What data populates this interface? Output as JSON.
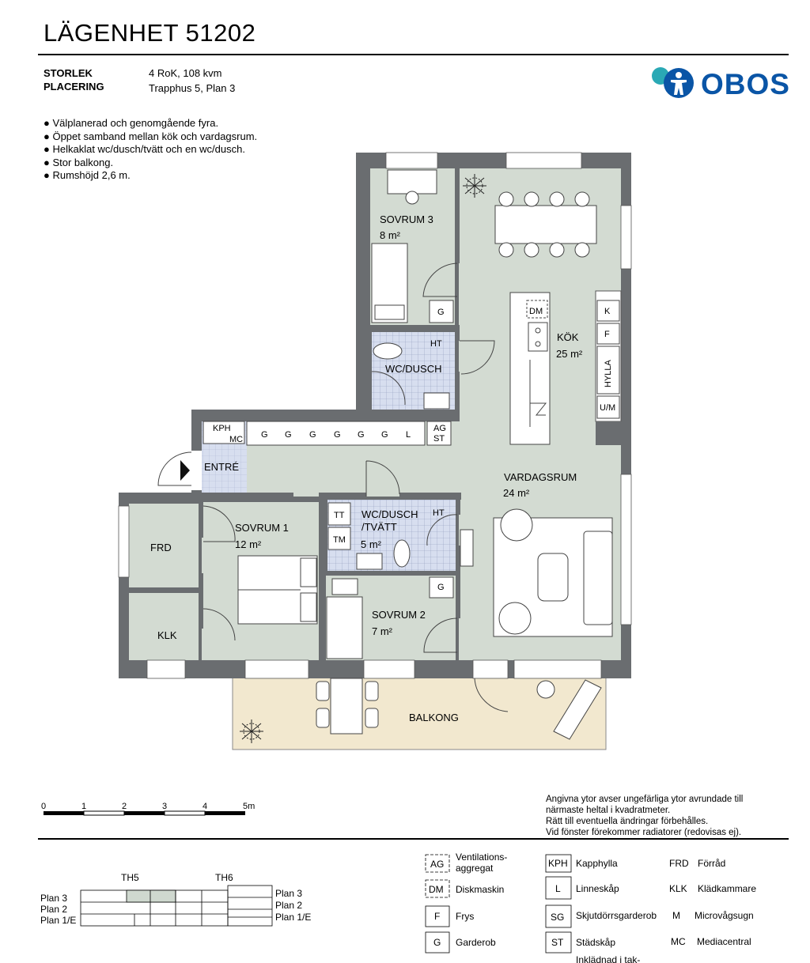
{
  "header": {
    "title": "LÄGENHET 51202"
  },
  "info": [
    {
      "label": "STORLEK",
      "value": "4 RoK, 108 kvm"
    },
    {
      "label": "PLACERING",
      "value": "Trapphus 5, Plan 3"
    }
  ],
  "brand": {
    "name": "OBOS",
    "color": "#0a55a6",
    "accent": "#2aa9b5"
  },
  "features": [
    "● Välplanerad och genomgående fyra.",
    "● Öppet samband mellan kök och vardagsrum.",
    "● Helkaklat wc/dusch/tvätt och en wc/dusch.",
    "● Stor balkong.",
    "● Rumshöjd 2,6 m."
  ],
  "rooms": {
    "sovrum3": {
      "name": "SOVRUM 3",
      "area": "8 m²"
    },
    "wcdusch_top": {
      "name": "WC/DUSCH"
    },
    "kok": {
      "name": "KÖK",
      "area": "25 m²"
    },
    "entre": {
      "name": "ENTRÉ"
    },
    "vardagsrum": {
      "name": "VARDAGSRUM",
      "area": "24 m²"
    },
    "sovrum1": {
      "name": "SOVRUM 1",
      "area": "12 m²"
    },
    "frd": {
      "name": "FRD"
    },
    "klk": {
      "name": "KLK"
    },
    "wcdusch_tvatt": {
      "name1": "WC/DUSCH",
      "name2": "/TVÄTT",
      "area": "5 m²"
    },
    "sovrum2": {
      "name": "SOVRUM 2",
      "area": "7 m²"
    },
    "balkong": {
      "name": "BALKONG"
    }
  },
  "fixtures": {
    "g": "G",
    "l": "L",
    "ag": "AG",
    "st": "ST",
    "kph": "KPH",
    "mc": "MC",
    "ht": "HT",
    "dm": "DM",
    "k": "K",
    "f": "F",
    "hylla": "HYLLA",
    "um": "U/M",
    "tt": "TT",
    "tm": "TM"
  },
  "scale": {
    "ticks": [
      "0",
      "1",
      "2",
      "3",
      "4",
      "5m"
    ]
  },
  "notes": [
    "Angivna ytor avser ungefärliga ytor avrundade till",
    "närmaste heltal i kvadratmeter.",
    "Rätt till eventuella ändringar förbehålles.",
    "Vid fönster förekommer radiatorer (redovisas ej)."
  ],
  "key_plan": {
    "stairs": [
      "TH5",
      "TH6"
    ],
    "levels_left": [
      "Plan 3",
      "Plan 2",
      "Plan 1/E"
    ],
    "levels_right": [
      "Plan 3",
      "Plan 2",
      "Plan 1/E"
    ]
  },
  "legend": [
    {
      "code": "AG",
      "text": "Ventilations-",
      "text2": "aggregat"
    },
    {
      "code": "DM",
      "text": "Diskmaskin"
    },
    {
      "code": "F",
      "text": "Frys"
    },
    {
      "code": "G",
      "text": "Garderob"
    },
    {
      "code": "KPH",
      "text": "Kapphylla"
    },
    {
      "code": "L",
      "text": "Linneskåp"
    },
    {
      "code": "SG",
      "text": "Skjutdörrsgarderob"
    },
    {
      "code": "ST",
      "text": "Städskåp"
    },
    {
      "code": "",
      "text": "Inklädnad i tak-"
    },
    {
      "code": "FRD",
      "text": "Förråd"
    },
    {
      "code": "KLK",
      "text": "Klädkammare"
    },
    {
      "code": "M",
      "text": "Microvågsugn"
    },
    {
      "code": "MC",
      "text": "Mediacentral"
    }
  ],
  "colors": {
    "room": "#d3dbd2",
    "wall": "#6a6d70",
    "balcony": "#f2e8cf",
    "tile": "#cfd8ec"
  }
}
